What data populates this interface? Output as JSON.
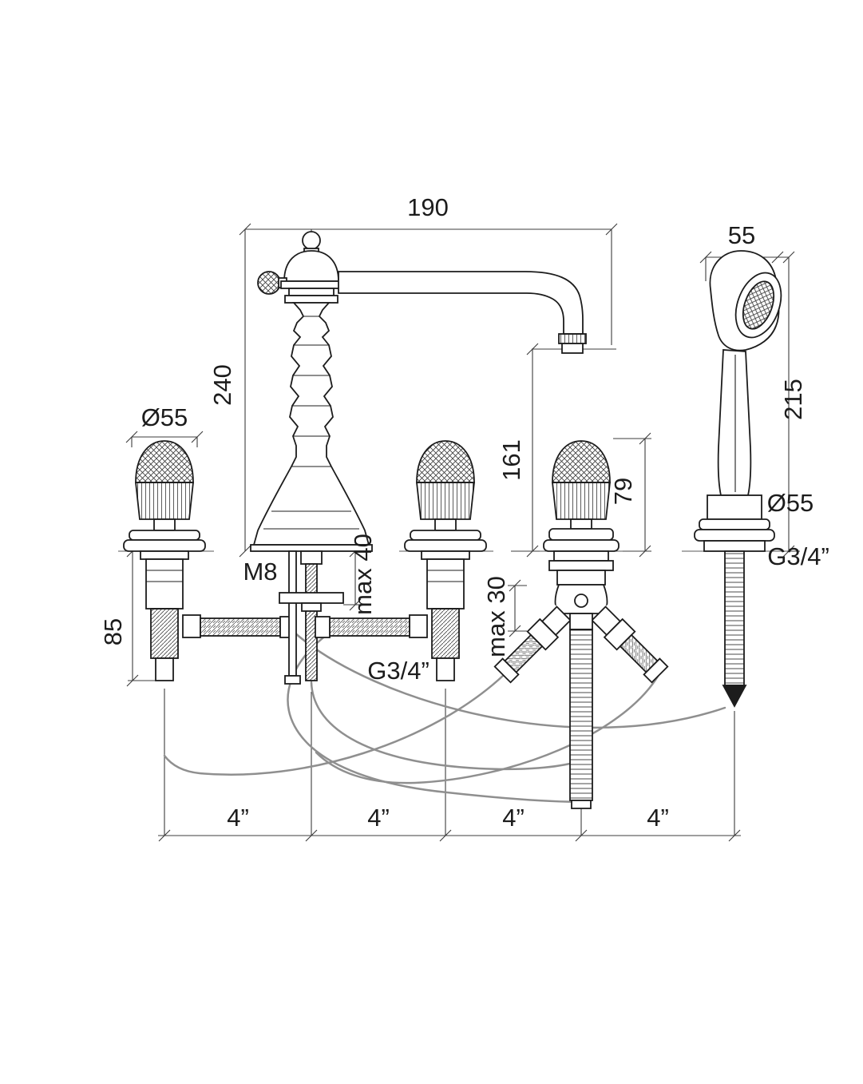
{
  "diagram": {
    "type": "technical-drawing",
    "colors": {
      "line": "#1c1c1c",
      "dimension": "#3c3c3c",
      "hose": "#8f8f8f",
      "background": "#ffffff"
    },
    "labels": {
      "spout_reach": "190",
      "handshower_width": "55",
      "spout_height": "240",
      "outlet_height": "161",
      "handshower_height": "215",
      "handle_diameter": "Ø55",
      "handshower_base_diameter": "Ø55",
      "handle_height": "79",
      "underdeck_depth": "85",
      "stud_thread": "M8",
      "max_deck_spout": "max 40",
      "max_deck_diverter": "max 30",
      "connection_thread": "G3/4”",
      "handshower_connection": "G3/4”",
      "hole_spacing_1": "4”",
      "hole_spacing_2": "4”",
      "hole_spacing_3": "4”",
      "hole_spacing_4": "4”"
    }
  }
}
